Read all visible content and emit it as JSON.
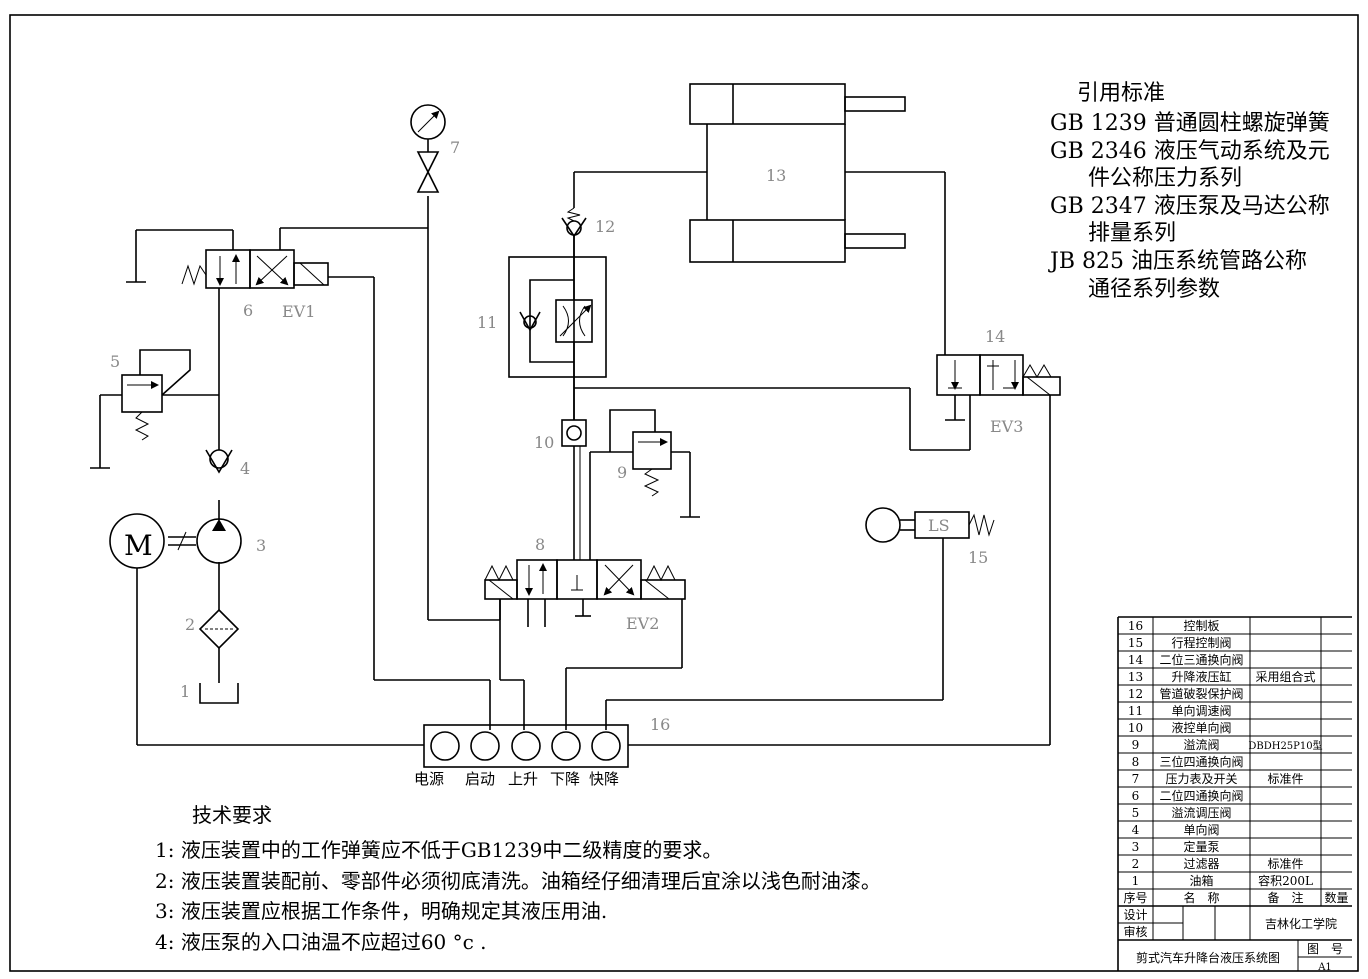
{
  "standards": {
    "heading": "引用标准",
    "items": [
      {
        "lines": [
          "GB 1239 普通圆柱螺旋弹簧"
        ]
      },
      {
        "lines": [
          "GB 2346 液压气动系统及元",
          "件公称压力系列"
        ]
      },
      {
        "lines": [
          "GB 2347 液压泵及马达公称",
          "排量系列"
        ]
      },
      {
        "lines": [
          "JB 825 油压系统管路公称",
          "通径系列参数"
        ]
      }
    ]
  },
  "requirements": {
    "heading": "技术要求",
    "items": [
      "1: 液压装置中的工作弹簧应不低于GB1239中二级精度的要求。",
      "2: 液压装置装配前、零部件必须彻底清洗。油箱经仔细清理后宜涂以浅色耐油漆。",
      "3: 液压装置应根据工作条件，明确规定其液压用油.",
      "4: 液压泵的入口油温不应超过60 °c ."
    ]
  },
  "labels": {
    "n1": "1",
    "n2": "2",
    "n3": "3",
    "n4": "4",
    "n5": "5",
    "n6": "6",
    "n7": "7",
    "n8": "8",
    "n9": "9",
    "n10": "10",
    "n11": "11",
    "n12": "12",
    "n13": "13",
    "n14": "14",
    "n15": "15",
    "n16": "16",
    "ev1": "EV1",
    "ev2": "EV2",
    "ev3": "EV3",
    "ls": "LS",
    "motor": "M"
  },
  "control_panel": {
    "buttons": [
      "电源",
      "启动",
      "上升",
      "下降",
      "快降"
    ]
  },
  "bom": {
    "rows": [
      {
        "no": "16",
        "name": "控制板",
        "note": ""
      },
      {
        "no": "15",
        "name": "行程控制阀",
        "note": ""
      },
      {
        "no": "14",
        "name": "二位三通换向阀",
        "note": ""
      },
      {
        "no": "13",
        "name": "升降液压缸",
        "note": "采用组合式"
      },
      {
        "no": "12",
        "name": "管道破裂保护阀",
        "note": ""
      },
      {
        "no": "11",
        "name": "单向调速阀",
        "note": ""
      },
      {
        "no": "10",
        "name": "液控单向阀",
        "note": ""
      },
      {
        "no": "9",
        "name": "溢流阀",
        "note": "DBDH25P10型"
      },
      {
        "no": "8",
        "name": "三位四通换向阀",
        "note": ""
      },
      {
        "no": "7",
        "name": "压力表及开关",
        "note": "标准件"
      },
      {
        "no": "6",
        "name": "二位四通换向阀",
        "note": ""
      },
      {
        "no": "5",
        "name": "溢流调压阀",
        "note": ""
      },
      {
        "no": "4",
        "name": "单向阀",
        "note": ""
      },
      {
        "no": "3",
        "name": "定量泵",
        "note": ""
      },
      {
        "no": "2",
        "name": "过滤器",
        "note": "标准件"
      },
      {
        "no": "1",
        "name": "油箱",
        "note": "容积200L"
      }
    ],
    "header": {
      "no": "序号",
      "name": "名　称",
      "note": "备　注",
      "qty": "数量"
    },
    "design": "设计",
    "review": "审核",
    "school": "吉林化工学院",
    "title": "剪式汽车升降台液压系统图",
    "drawing_no_label": "图　号",
    "drawing_no": "A1"
  }
}
